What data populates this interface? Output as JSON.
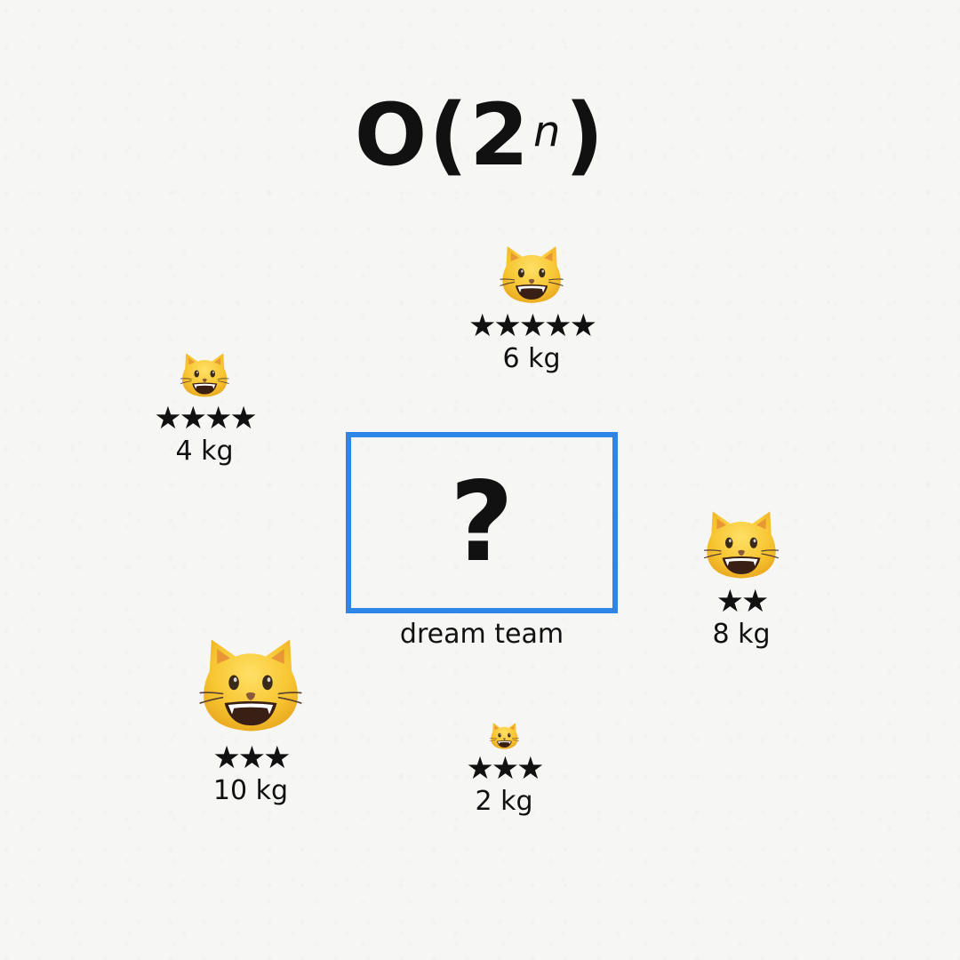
{
  "title": {
    "base": "O(2",
    "exponent": "n",
    "close": ")"
  },
  "cats": [
    {
      "id": "cat-6kg",
      "stars": "★★★★★",
      "rating": 5,
      "weight": "6 kg"
    },
    {
      "id": "cat-4kg",
      "stars": "★★★★",
      "rating": 4,
      "weight": "4 kg"
    },
    {
      "id": "cat-8kg",
      "stars": "★★",
      "rating": 2,
      "weight": "8 kg"
    },
    {
      "id": "cat-10kg",
      "stars": "★★★",
      "rating": 3,
      "weight": "10 kg"
    },
    {
      "id": "cat-2kg",
      "stars": "★★★",
      "rating": 3,
      "weight": "2 kg"
    }
  ],
  "dream_team": {
    "symbol": "?",
    "label": "dream team",
    "border_color": "#2f84e8"
  },
  "icons": {
    "cat": "grinning-cat-face-icon"
  },
  "colors": {
    "cat_face": "#f5c834",
    "ink": "#111111"
  }
}
